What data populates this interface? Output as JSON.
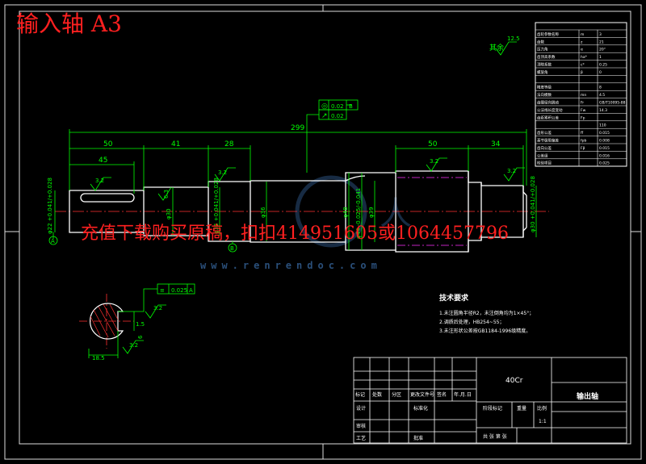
{
  "sheet_title": "输入轴 A3",
  "promo_text": "充值下载购买原稿，扣扣414951605或1064457796",
  "site_url": "www.renrendoc.com",
  "watermark_glyph": "人人文库",
  "colors": {
    "background": "#000000",
    "line": "#ffffff",
    "dimension": "#00ff00",
    "title": "#ff2020",
    "frame": "#dddddd",
    "watermark": "#2a4f7a"
  },
  "dimensions": {
    "overall_length": "299",
    "seg_left": "50",
    "seg_mid": "41",
    "seg_28": "28",
    "seg_45": "45",
    "seg_right": "50",
    "seg_34": "34",
    "phi_left_end": "φ22 +0.041/+0.028",
    "phi_30": "φ30",
    "phi_35": "φ35 +0.041/+0.028",
    "phi_36": "φ36",
    "phi_48": "φ48",
    "phi_44": "φ44 -0.025/-0.041",
    "phi_39": "φ39",
    "phi_right_end": "φ30 +0.041/+0.028",
    "keyway_depth": "18.5",
    "keyway_width": "6",
    "chamfer": "1.5"
  },
  "roughness_marks": [
    "3.2",
    "6.3",
    "3.2",
    "3.2",
    "3.2",
    "3.2",
    "3.2"
  ],
  "rest_roughness": {
    "label": "其余",
    "value": "12.5"
  },
  "gdt": [
    {
      "symbol": "◎",
      "value": "0.02",
      "datum": "B"
    },
    {
      "symbol": "↗",
      "value": "0.02",
      "datum": ""
    },
    {
      "symbol": "≡",
      "value": "0.025",
      "datum": "A"
    }
  ],
  "datum_labels": [
    "A",
    "B"
  ],
  "tech_requirements": {
    "title": "技术要求",
    "items": [
      "1.未注圆角半径R2，未注倒角均为1×45°；",
      "2.调质后处理，HB254~55；",
      "3.未注形状公差按GB1184-1996级精度。"
    ]
  },
  "param_table": [
    [
      "齿轮参数名称",
      "m",
      "3"
    ],
    [
      "齿数",
      "z",
      "21"
    ],
    [
      "压力角",
      "α",
      "20°"
    ],
    [
      "齿顶高系数",
      "ha*",
      "1"
    ],
    [
      "顶隙系数",
      "c*",
      "0.25"
    ],
    [
      "螺旋角",
      "β",
      "0"
    ],
    [
      "",
      "",
      ""
    ],
    [
      "精度等级",
      "",
      "8"
    ],
    [
      "法向模数",
      "mn",
      "4.5"
    ],
    [
      "齿圈径向跳动",
      "Fr",
      "GB/T10095-88"
    ],
    [
      "公法线长度变动",
      "Fw",
      "14.3"
    ],
    [
      "齿距累积公差",
      "Fp",
      ""
    ],
    [
      "",
      "",
      "110"
    ],
    [
      "齿形公差",
      "ff",
      "0.015"
    ],
    [
      "基节极限偏差",
      "fpb",
      "0.008"
    ],
    [
      "齿向公差",
      "Fβ",
      "0.015"
    ],
    [
      "公差组",
      "",
      "0.016"
    ],
    [
      "检验项目",
      "",
      "0.025"
    ]
  ],
  "title_block": {
    "material": "40Cr",
    "part_name": "输出轴",
    "headers": [
      "标记",
      "处数",
      "分区",
      "更改文件号",
      "签名",
      "年.月.日"
    ],
    "roles": [
      "设计",
      "审核",
      "工艺"
    ],
    "standardize": "标准化",
    "approve": "批准",
    "stage_label": "阶段标记",
    "weight_label": "重量",
    "scale_label": "比例",
    "scale_value": "1:1",
    "sheet_info": "共  张  第  张"
  }
}
